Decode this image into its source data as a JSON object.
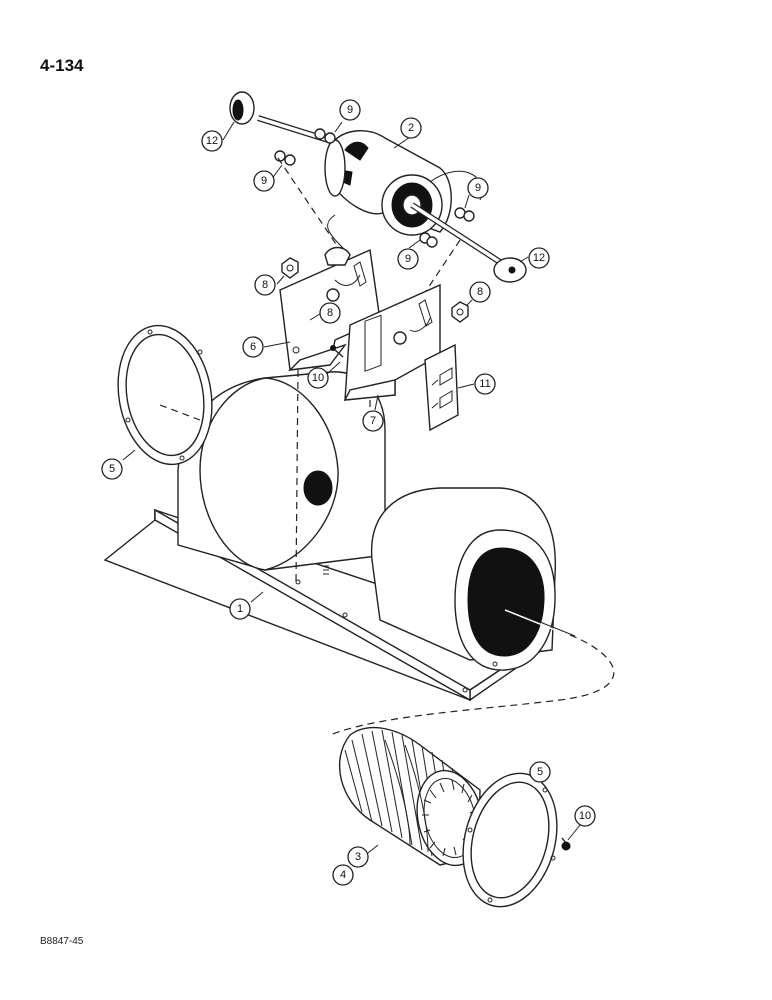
{
  "page": {
    "number": "4-134",
    "figure_code": "B8847-45"
  },
  "callouts": {
    "c1": "1",
    "c2": "2",
    "c3": "3",
    "c4": "4",
    "c5a": "5",
    "c5b": "5",
    "c6": "6",
    "c7": "7",
    "c8a": "8",
    "c8b": "8",
    "c8c": "8",
    "c9a": "9",
    "c9b": "9",
    "c9c": "9",
    "c9d": "9",
    "c10a": "10",
    "c10b": "10",
    "c11": "11",
    "c12a": "12",
    "c12b": "12"
  }
}
